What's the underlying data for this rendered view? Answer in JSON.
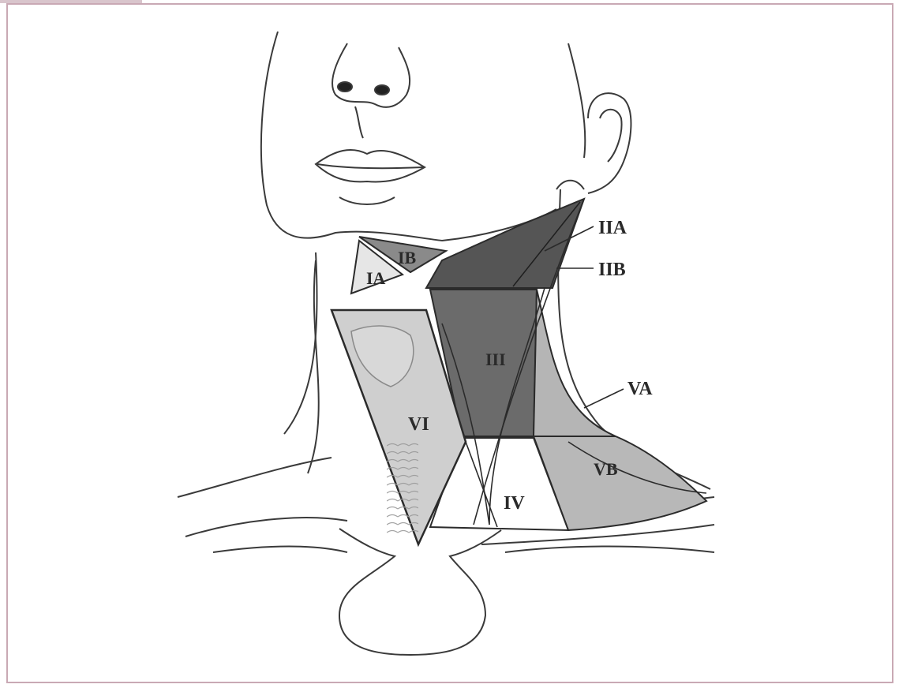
{
  "diagram": {
    "labels": {
      "IA": "IA",
      "IB": "IB",
      "IIA": "IIA",
      "IIB": "IIB",
      "III": "III",
      "IV": "IV",
      "VA": "VA",
      "VB": "VB",
      "VI": "VI"
    },
    "colors": {
      "level_I": "#6f6f6f",
      "level_II": "#4e4e4e",
      "level_III": "#6d6d6d",
      "level_V": "#b7b7b7",
      "level_VI": "#c9c9c9",
      "outline": "#2b2b2b",
      "frame": "#c9a9b4"
    }
  }
}
